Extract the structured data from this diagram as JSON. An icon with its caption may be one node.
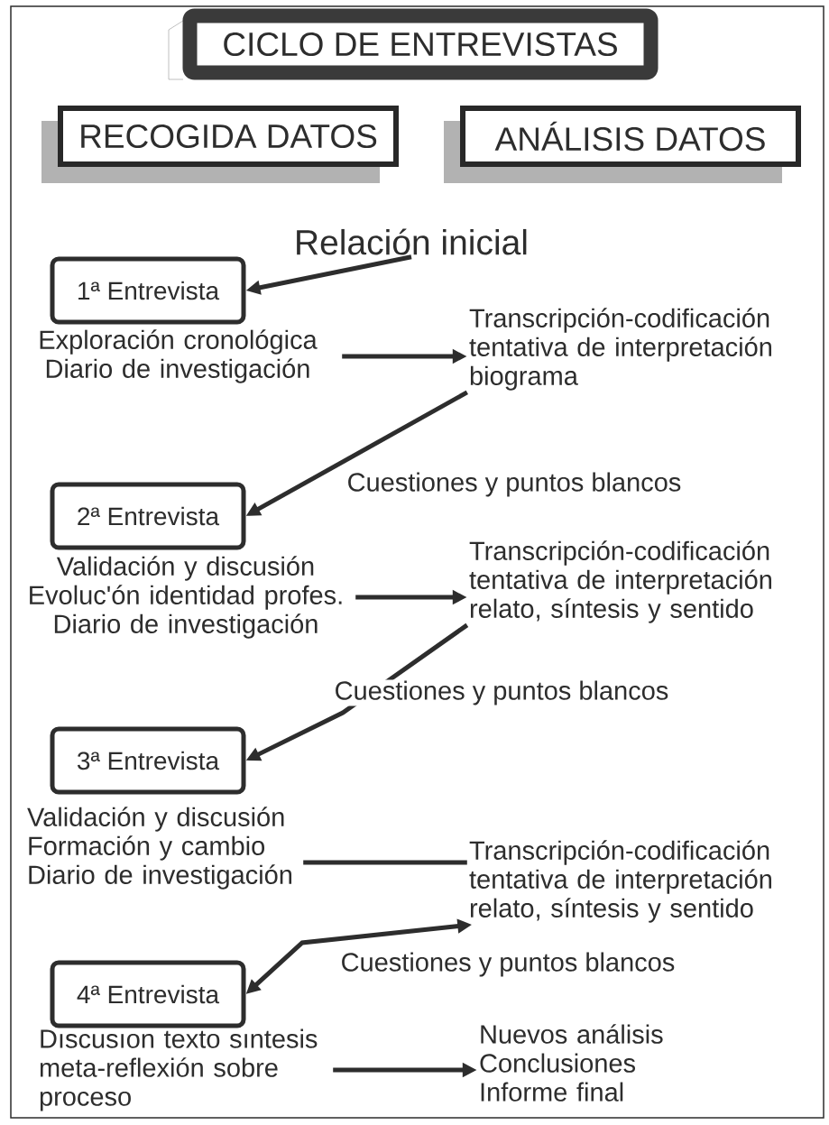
{
  "diagram": {
    "nodes": [
      {
        "text": [
          "CICLO DE ENTREVISTAS"
        ]
      },
      {
        "text": [
          "RECOGIDA DATOS"
        ]
      },
      {
        "text": [
          "ANÁLISIS DATOS"
        ]
      },
      {
        "text": [
          "Relación inicial"
        ]
      },
      {
        "text": [
          "1ª Entrevista"
        ]
      },
      {
        "text": [
          "Exploración cronológica Diario de investigación"
        ]
      },
      {
        "text": [
          "Transcripción-codificación tentativa de interpretación biograma"
        ]
      },
      {
        "text": [
          "2ª Entrevista"
        ]
      },
      {
        "text": [
          "Validación y discusión Evoluc'ón identidad profes. Diario de investigación"
        ]
      },
      {
        "text": [
          "Transcripción-codificación tentativa de interpretación relato, síntesis y sentido"
        ]
      },
      {
        "text": [
          "3ª Entrevista"
        ]
      },
      {
        "text": [
          "Validación y discusión Formación y cambio Diario de investigación"
        ]
      },
      {
        "text": [
          "Transcripción-codificación tentativa de interpretación relato, síntesis y sentido"
        ]
      },
      {
        "text": [
          "4ª Entrevista"
        ]
      },
      {
        "text": [
          "Dıscusıon texto sıntesis meta-reflexión sobre proceso"
        ]
      },
      {
        "text": [
          "Nuevos análisis Conclusiones Informe final"
        ]
      }
    ],
    "edges": [
      {
        "from": 3,
        "to": 4,
        "arrow": "to"
      },
      {
        "from": 5,
        "to": 6,
        "arrow": "to"
      },
      {
        "from": 6,
        "to": 7,
        "arrow": "to",
        "label": "Cuestiones y puntos blancos"
      },
      {
        "from": 8,
        "to": 9,
        "arrow": "to"
      },
      {
        "from": 9,
        "to": 10,
        "arrow": "to",
        "label": "Cuestiones y puntos blancos"
      },
      {
        "from": 11,
        "to": 12,
        "arrow": "none"
      },
      {
        "from": 12,
        "to": 13,
        "arrow": "both",
        "label": "Cuestiones y puntos blancos"
      },
      {
        "from": 14,
        "to": 15,
        "arrow": "to"
      }
    ]
  }
}
